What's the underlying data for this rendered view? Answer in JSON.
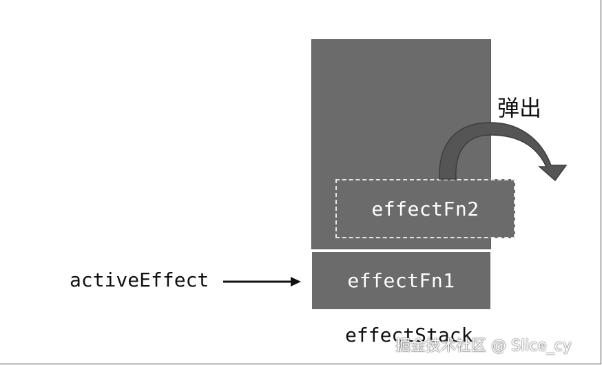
{
  "diagram": {
    "active_label": "activeEffect",
    "stack_label": "effectStack",
    "popped_label": "effectFn2",
    "current_label": "effectFn1",
    "popout_label": "弹出",
    "watermark": "掘金技术社区 @ Slice_cy"
  },
  "colors": {
    "stack_fill": "#6b6b6b",
    "arrow_fill": "#555555",
    "text": "#111111"
  }
}
